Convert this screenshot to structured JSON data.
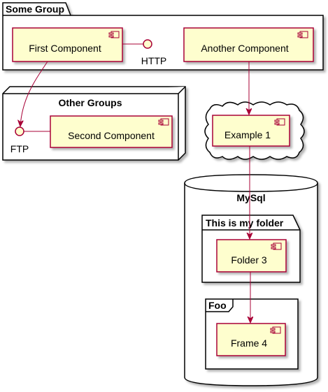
{
  "groups": {
    "some_group": "Some Group",
    "other_groups": "Other Groups",
    "mysql": "MySql",
    "my_folder": "This is my folder",
    "foo": "Foo"
  },
  "components": {
    "first": "First Component",
    "another": "Another Component",
    "second": "Second Component",
    "example1": "Example 1",
    "folder3": "Folder 3",
    "frame4": "Frame 4"
  },
  "interfaces": {
    "http": "HTTP",
    "ftp": "FTP"
  },
  "colors": {
    "component_fill": "#FEFECE",
    "component_border": "#A80036",
    "arrow": "#A80036",
    "container_border": "#000000"
  }
}
